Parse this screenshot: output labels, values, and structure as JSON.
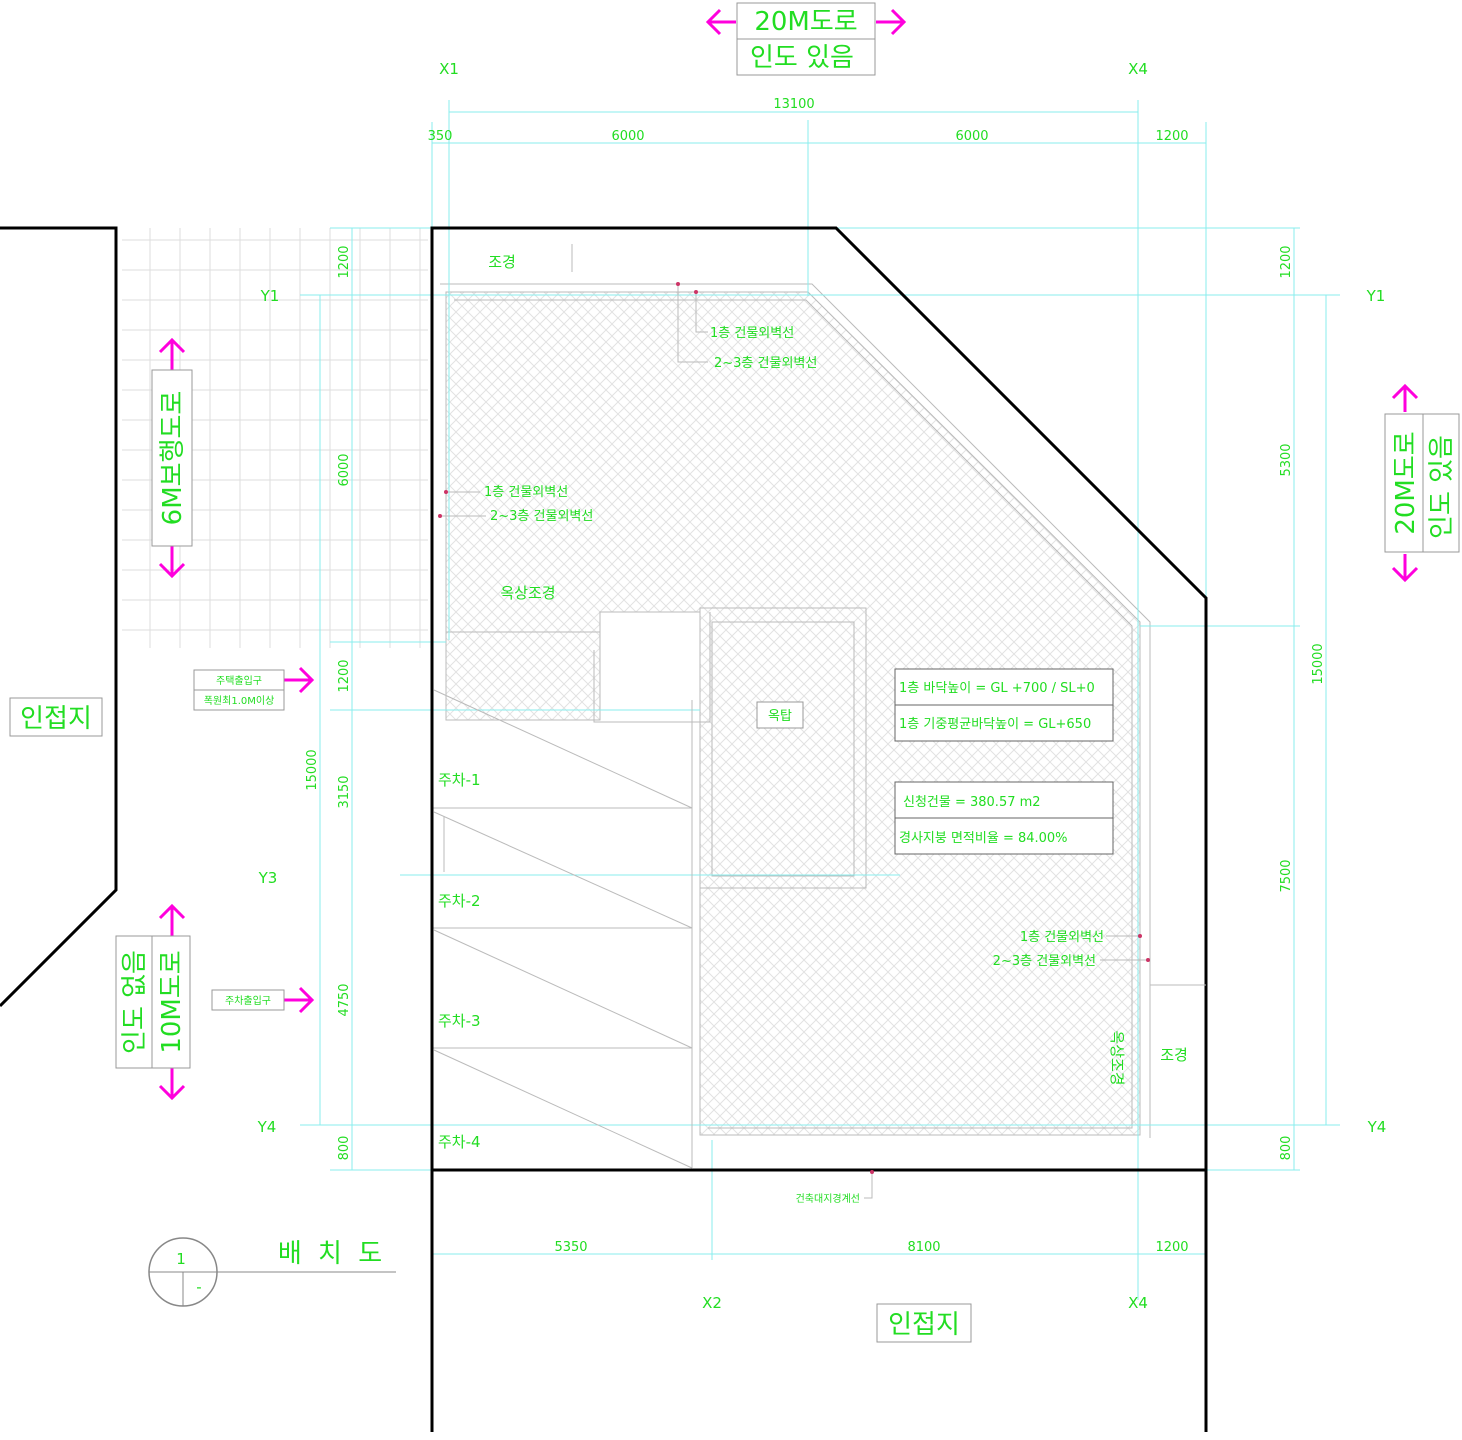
{
  "drawing": {
    "title": "배 치 도",
    "symbol_number": "1",
    "symbol_sheet": "-"
  },
  "roads": {
    "top_road": "20M도로",
    "top_sidewalk": "인도 있음",
    "right_road": "20M도로",
    "right_sidewalk": "인도 있음",
    "left_ped_road": "6M보행도로",
    "left_road": "10M도로",
    "left_sidewalk": "인도 없음"
  },
  "neighbors": {
    "left": "인접지",
    "bottom": "인접지"
  },
  "grid": {
    "x1": "X1",
    "x2": "X2",
    "x4_top": "X4",
    "x4_bottom": "X4",
    "y1_left": "Y1",
    "y1_right": "Y1",
    "y3": "Y3",
    "y4_left": "Y4",
    "y4_right": "Y4"
  },
  "dimensions": {
    "top_total": "13100",
    "top_a": "350",
    "top_b": "6000",
    "top_c": "6000",
    "top_d": "1200",
    "bottom_a": "5350",
    "bottom_b": "8100",
    "bottom_c": "1200",
    "left_a": "1200",
    "left_b": "6000",
    "left_c": "1200",
    "left_d": "3150",
    "left_e": "4750",
    "left_f": "800",
    "left_total": "15000",
    "right_a": "1200",
    "right_b": "5300",
    "right_c": "7500",
    "right_d": "800",
    "right_total": "15000"
  },
  "labels": {
    "landscape_top": "조경",
    "landscape_right": "조경",
    "rooftop_landscape": "옥상조경",
    "rooftop_landscape_right": "옥상조경",
    "rooftop_stair": "옥탑",
    "line1_top": "1층 건물외벽선",
    "line23_top": "2~3층 건물외벽선",
    "line1_left": "1층 건물외벽선",
    "line23_left": "2~3층 건물외벽선",
    "line1_right": "1층 건물외벽선",
    "line23_right": "2~3층 건물외벽선",
    "setback_line": "건축대지경계선",
    "parking1": "주차-1",
    "parking2": "주차-2",
    "parking3": "주차-3",
    "parking4": "주차-4",
    "entrance_house": "주택출입구",
    "entrance_house_note": "폭원최1.0M이상",
    "entrance_parking": "주차출입구"
  },
  "info": {
    "floor_height": "1층 바닥높이 = GL +700 / SL+0",
    "ground_avg": "1층 기중평균바닥높이 = GL+650",
    "site_area": "신청건물 = 380.57 m2",
    "coverage": "경사지붕 면적비율 = 84.00%"
  },
  "colors": {
    "text": "#22dd22",
    "arrow": "#ff00dd",
    "dimension": "#88eeee",
    "outline": "#000000"
  }
}
